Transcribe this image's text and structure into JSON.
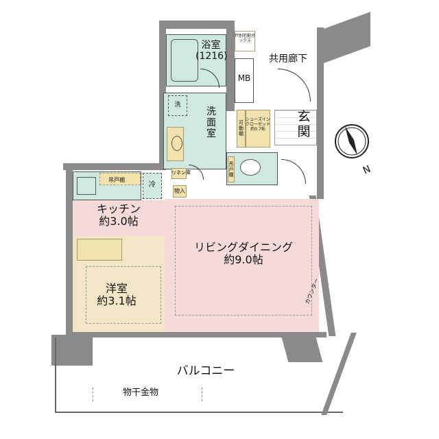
{
  "rooms": {
    "bathroom": {
      "name": "浴室",
      "size": "(1216)"
    },
    "corridor": "共用廊下",
    "mb": "MB",
    "delivery_box": "戸別宅配ボックス",
    "washroom": "洗面室",
    "washer": "洗",
    "movable_shelf": "可動棚",
    "shoe_closet": {
      "name": "シューズインクローゼット",
      "size": "約0.7帖"
    },
    "entrance": "玄関",
    "linen": "リネン庫",
    "toilet_shelf": "吊戸棚",
    "kitchen_shelf": "吊戸棚",
    "fridge": "冷",
    "storage": "物入",
    "kitchen": {
      "name": "キッチン",
      "size": "約3.0帖"
    },
    "living": {
      "name": "リビングダイニング",
      "size": "約9.0帖"
    },
    "western": {
      "name": "洋室",
      "size": "約3.1帖"
    },
    "counter": "カウンター",
    "balcony": "バルコニー",
    "drying": "物干金物"
  },
  "compass": {
    "label": "N"
  },
  "colors": {
    "wall": "#8a8a8a",
    "wet_area": "#cfe8e2",
    "living": "#f6dada",
    "western": "#f3e6c6",
    "storage": "#f2e2ae"
  }
}
